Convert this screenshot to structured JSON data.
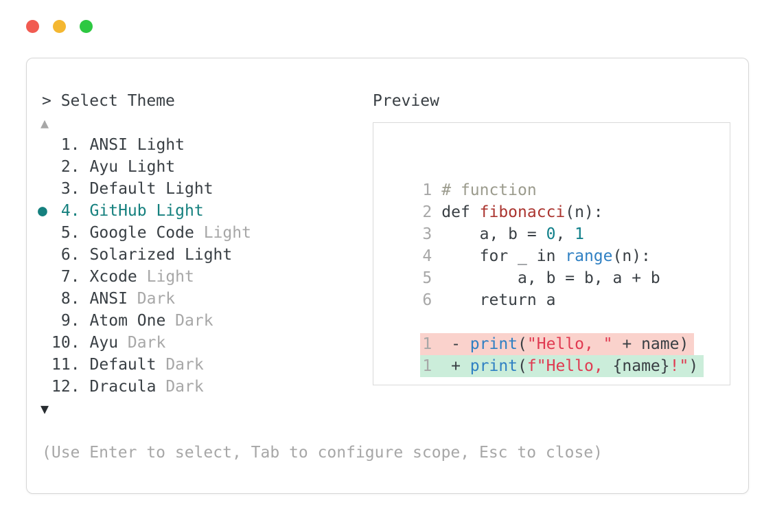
{
  "palette": {
    "text": "#393f44",
    "muted": "#a7a7a7",
    "accent": "#15807e",
    "comment": "#9b9b8d",
    "func_red": "#ab3530",
    "num_teal": "#11808a",
    "builtin_blue": "#2f80c3",
    "string_red": "#e03a51",
    "removed_bg": "#fad2cc",
    "added_bg": "#cbedda",
    "border": "#d6d6d6",
    "preview_border": "#d9d9d9",
    "arrow_dark": "#282d31",
    "traffic_red": "#f15b51",
    "traffic_yellow": "#f4b731",
    "traffic_green": "#2dc841"
  },
  "selector": {
    "prompt": "> ",
    "title": "Select Theme",
    "scroll_up_icon": "▲",
    "scroll_down_icon": "▼",
    "selected_bullet": "●",
    "items": [
      {
        "number": "1.",
        "name": "ANSI Light",
        "suffix": "",
        "selected": false
      },
      {
        "number": "2.",
        "name": "Ayu Light",
        "suffix": "",
        "selected": false
      },
      {
        "number": "3.",
        "name": "Default Light",
        "suffix": "",
        "selected": false
      },
      {
        "number": "4.",
        "name": "GitHub Light",
        "suffix": "",
        "selected": true
      },
      {
        "number": "5.",
        "name": "Google Code",
        "suffix": "Light",
        "selected": false
      },
      {
        "number": "6.",
        "name": "Solarized Light",
        "suffix": "",
        "selected": false
      },
      {
        "number": "7.",
        "name": "Xcode",
        "suffix": "Light",
        "selected": false
      },
      {
        "number": "8.",
        "name": "ANSI",
        "suffix": "Dark",
        "selected": false
      },
      {
        "number": "9.",
        "name": "Atom One",
        "suffix": "Dark",
        "selected": false
      },
      {
        "number": "10.",
        "name": "Ayu",
        "suffix": "Dark",
        "selected": false
      },
      {
        "number": "11.",
        "name": "Default",
        "suffix": "Dark",
        "selected": false
      },
      {
        "number": "12.",
        "name": "Dracula",
        "suffix": "Dark",
        "selected": false
      }
    ]
  },
  "preview": {
    "title": "Preview",
    "code_lines": [
      {
        "num": "1",
        "segments": [
          {
            "text": "# function",
            "color": "comment"
          }
        ]
      },
      {
        "num": "2",
        "segments": [
          {
            "text": "def ",
            "color": "plain"
          },
          {
            "text": "fibonacci",
            "color": "func"
          },
          {
            "text": "(n):",
            "color": "plain"
          }
        ]
      },
      {
        "num": "3",
        "segments": [
          {
            "text": "    a, b = ",
            "color": "plain"
          },
          {
            "text": "0",
            "color": "number"
          },
          {
            "text": ", ",
            "color": "plain"
          },
          {
            "text": "1",
            "color": "number"
          }
        ]
      },
      {
        "num": "4",
        "segments": [
          {
            "text": "    for _ in ",
            "color": "plain"
          },
          {
            "text": "range",
            "color": "builtin"
          },
          {
            "text": "(n):",
            "color": "plain"
          }
        ]
      },
      {
        "num": "5",
        "segments": [
          {
            "text": "        a, b = b, a + b",
            "color": "plain"
          }
        ]
      },
      {
        "num": "6",
        "segments": [
          {
            "text": "    return a",
            "color": "plain"
          }
        ]
      },
      {
        "blank": true
      },
      {
        "num": "1",
        "bg": "removed",
        "segments": [
          {
            "text": " - ",
            "color": "plain"
          },
          {
            "text": "print",
            "color": "builtin"
          },
          {
            "text": "(",
            "color": "plain"
          },
          {
            "text": "\"Hello, \"",
            "color": "string"
          },
          {
            "text": " + name)",
            "color": "plain"
          }
        ]
      },
      {
        "num": "1",
        "bg": "added",
        "segments": [
          {
            "text": " + ",
            "color": "plain"
          },
          {
            "text": "print",
            "color": "builtin"
          },
          {
            "text": "(",
            "color": "plain"
          },
          {
            "text": "f\"Hello, ",
            "color": "string"
          },
          {
            "text": "{name}",
            "color": "plain"
          },
          {
            "text": "!\"",
            "color": "string"
          },
          {
            "text": ")",
            "color": "plain"
          }
        ]
      }
    ]
  },
  "footer": {
    "hint": "(Use Enter to select, Tab to configure scope, Esc to close)"
  }
}
